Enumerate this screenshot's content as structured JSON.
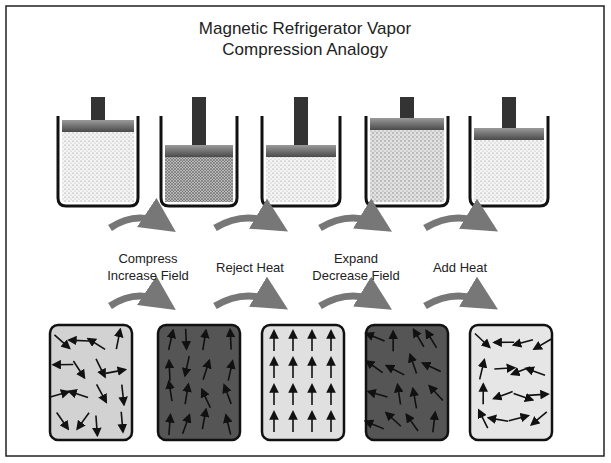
{
  "diagram": {
    "title": "Magnetic Refrigerator Vapor Compression Analogy",
    "labels": [
      "Compress Increase Field",
      "Reject Heat",
      "Expand Decrease Field",
      "Add Heat"
    ]
  }
}
